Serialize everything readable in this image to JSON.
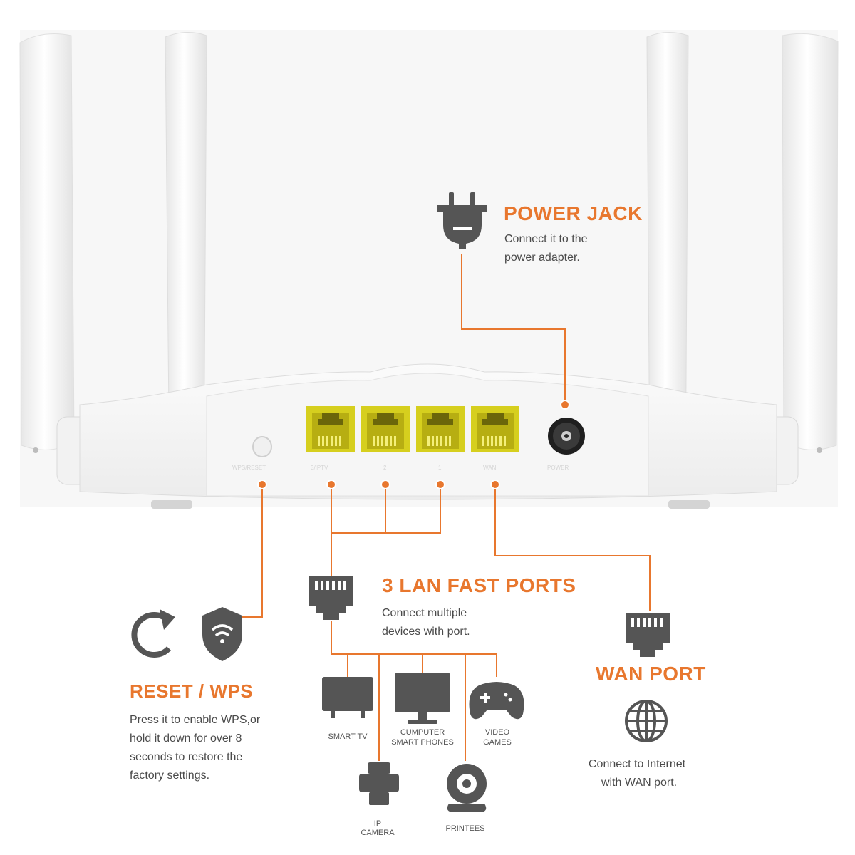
{
  "colors": {
    "accent": "#e8772e",
    "icon_dark": "#555555",
    "port_yellow": "#d6cf1e",
    "router_white": "#f4f4f4"
  },
  "power_jack": {
    "title": "POWER JACK",
    "desc_line1": "Connect it to the",
    "desc_line2": "power adapter.",
    "icon": "power-plug-icon"
  },
  "lan": {
    "title": "3 LAN FAST PORTS",
    "desc_line1": "Connect multiple",
    "desc_line2": "devices with port.",
    "icon": "ethernet-port-icon"
  },
  "wan": {
    "title": "WAN PORT",
    "desc_line1": "Connect to Internet",
    "desc_line2": "with WAN port.",
    "icons": [
      "ethernet-port-icon",
      "globe-icon"
    ]
  },
  "reset_wps": {
    "title": "RESET / WPS",
    "desc_line1": "Press it to enable WPS,or",
    "desc_line2": "hold it down for over 8",
    "desc_line3": "seconds to restore the",
    "desc_line4": "factory settings.",
    "icons": [
      "reset-arrow-icon",
      "wps-shield-icon"
    ]
  },
  "devices": {
    "smart_tv": "SMART TV",
    "computer_line1": "CUMPUTER",
    "computer_line2": "SMART PHONES",
    "video_games_line1": "VIDEO",
    "video_games_line2": "GAMES",
    "ip_camera_line1": "IP",
    "ip_camera_line2": "CAMERA",
    "printees": "PRINTEES"
  },
  "router_port_labels": {
    "reset": "WPS/RESET",
    "lan3": "3/IPTV",
    "lan2": "2",
    "lan1": "1",
    "wan": "WAN",
    "power": "POWER"
  }
}
